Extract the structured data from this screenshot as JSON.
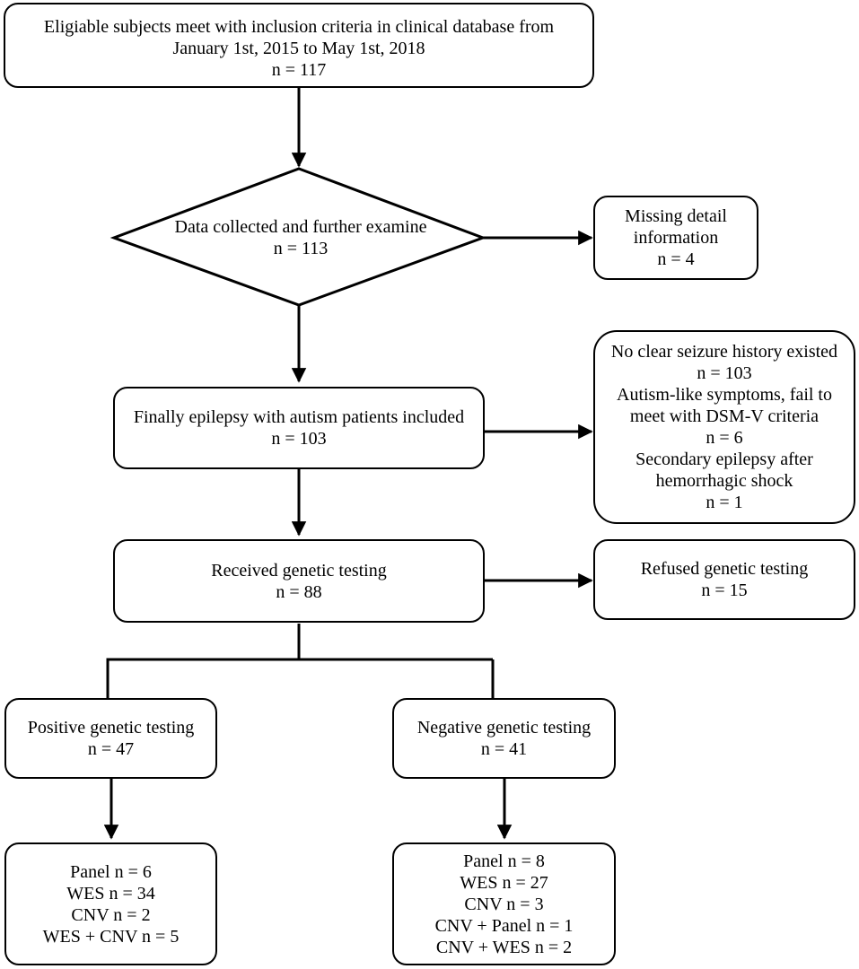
{
  "nodes": {
    "eligible": {
      "lines": [
        "Eligiable subjects meet with inclusion criteria in clinical database from",
        "January 1st, 2015 to May 1st, 2018",
        "n = 117"
      ]
    },
    "data_collected": {
      "lines": [
        "Data collected and further examine",
        "n = 113"
      ]
    },
    "missing": {
      "lines": [
        "Missing detail",
        "information",
        "n = 4"
      ]
    },
    "finally_included": {
      "lines": [
        "Finally epilepsy with autism patients included",
        "n = 103"
      ]
    },
    "excluded": {
      "lines": [
        "No clear seizure history existed",
        "n = 103",
        "Autism-like symptoms, fail to",
        "meet with DSM-V criteria",
        "n = 6",
        "Secondary epilepsy after",
        "hemorrhagic shock",
        "n = 1"
      ]
    },
    "received": {
      "lines": [
        "Received genetic testing",
        "n = 88"
      ]
    },
    "refused": {
      "lines": [
        "Refused genetic testing",
        "n = 15"
      ]
    },
    "positive": {
      "lines": [
        "Positive genetic testing",
        "n = 47"
      ]
    },
    "negative": {
      "lines": [
        "Negative genetic testing",
        "n = 41"
      ]
    },
    "positive_detail": {
      "lines": [
        "Panel  n = 6",
        "WES  n = 34",
        "CNV  n = 2",
        "WES + CNV  n = 5"
      ]
    },
    "negative_detail": {
      "lines": [
        "Panel  n = 8",
        "WES  n = 27",
        "CNV  n = 3",
        "CNV + Panel  n = 1",
        "CNV + WES  n = 2"
      ]
    }
  }
}
